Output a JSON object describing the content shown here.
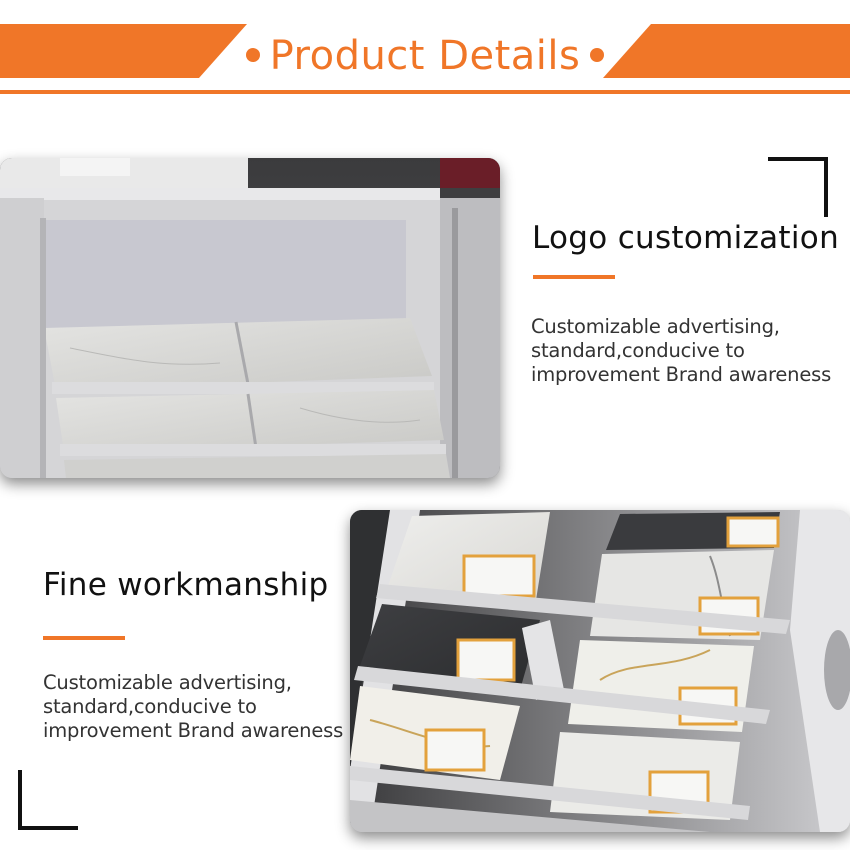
{
  "header": {
    "title": "Product Details",
    "accent_color": "#f07628"
  },
  "features": [
    {
      "title": "Logo customization",
      "description": "Customizable advertising, standard,conducive to improvement Brand awareness",
      "image": "white-tile-display-rack-photo"
    },
    {
      "title": "Fine workmanship",
      "description": "Customizable advertising, standard,conducive to improvement Brand awareness",
      "image": "tile-sample-rack-closeup-photo"
    }
  ]
}
